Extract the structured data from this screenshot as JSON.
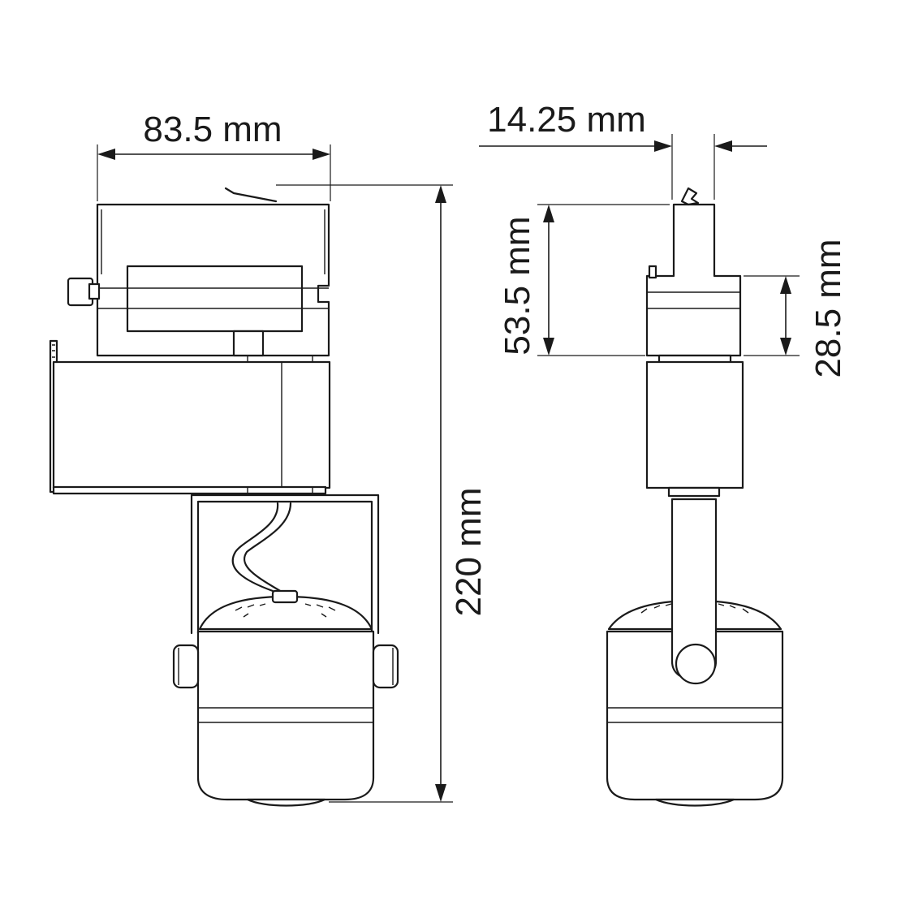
{
  "dimensions": {
    "width_front": "83.5 mm",
    "height_total": "220 mm",
    "width_side": "14.25 mm",
    "height_adapter": "53.5 mm",
    "height_adapter_lower": "28.5 mm"
  },
  "colors": {
    "line": "#1a1a1a",
    "background": "#ffffff"
  }
}
